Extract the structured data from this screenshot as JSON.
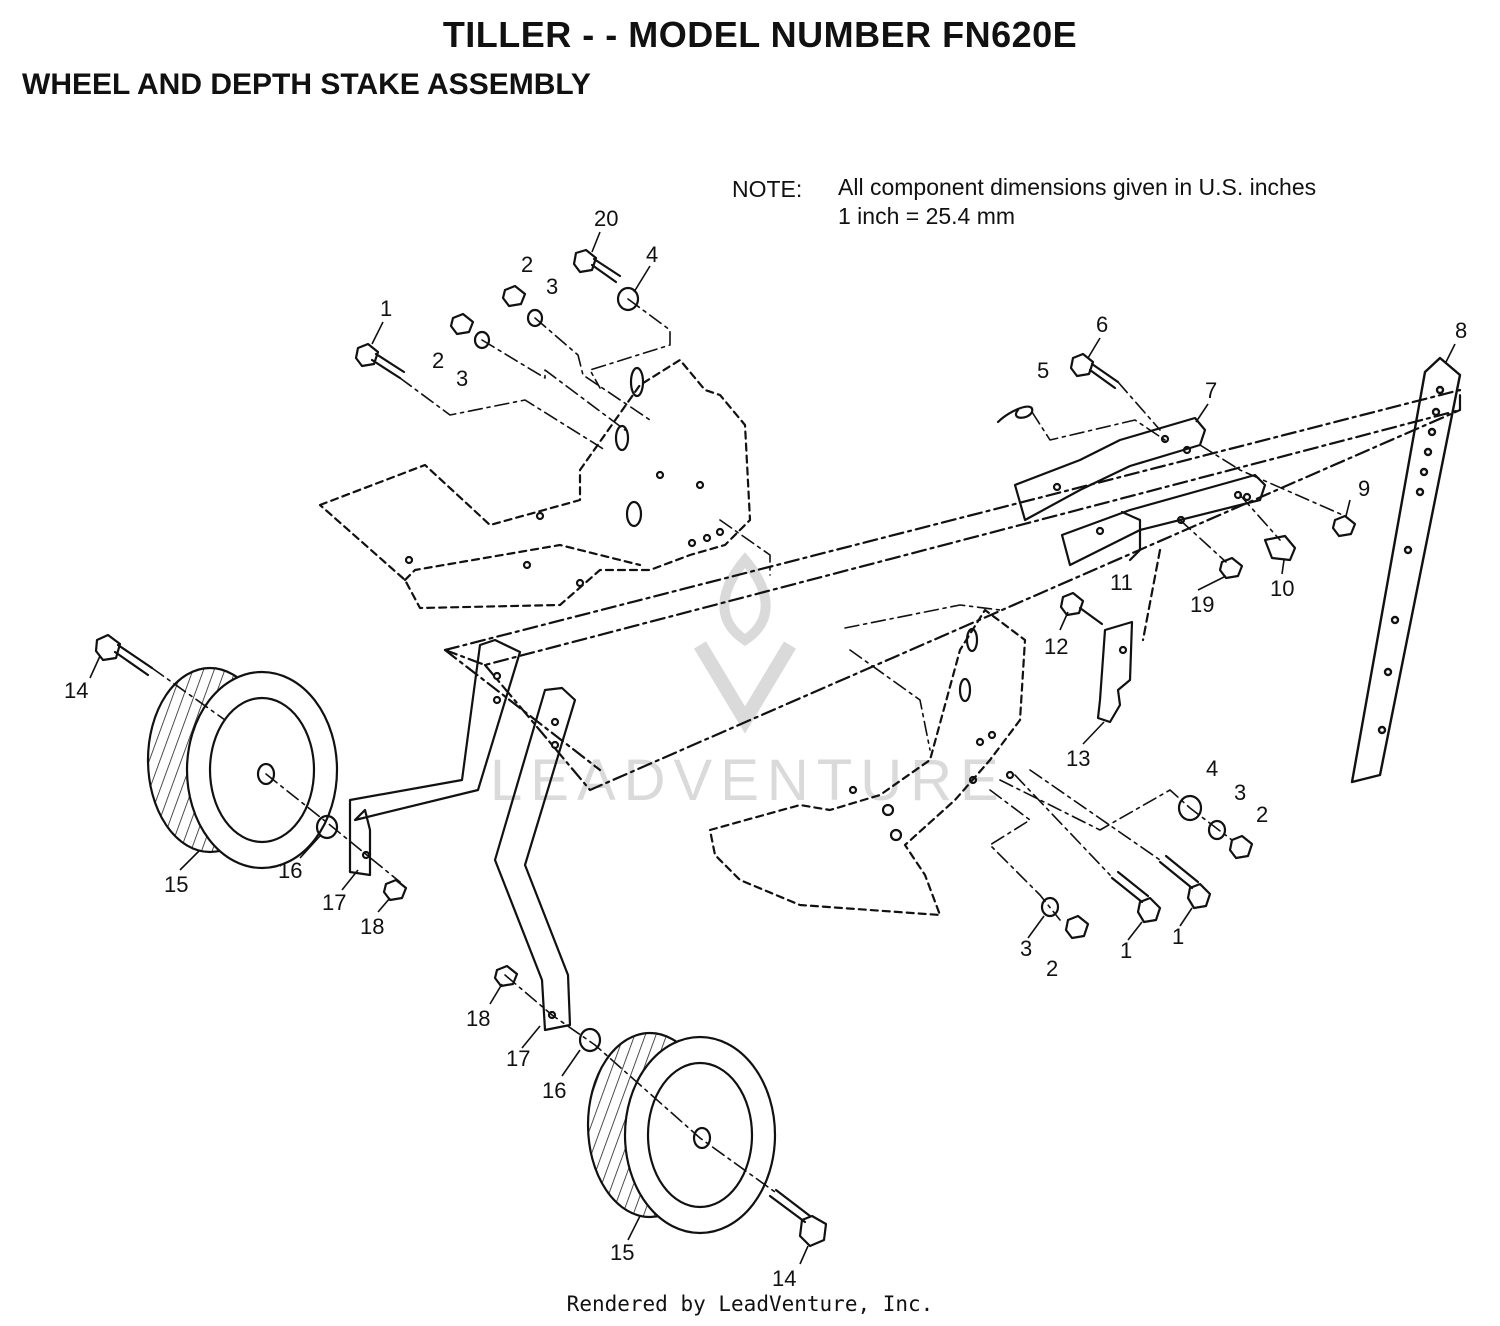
{
  "title": "TILLER - - MODEL NUMBER FN620E",
  "subtitle": "WHEEL AND DEPTH STAKE ASSEMBLY",
  "note": {
    "label": "NOTE:",
    "line1": "All component dimensions given in U.S. inches",
    "line2": "1 inch = 25.4 mm"
  },
  "watermark": "LEADVENTURE",
  "footer": "Rendered by LeadVenture, Inc.",
  "colors": {
    "ink": "#111111",
    "watermark": "#d6d6d6",
    "background": "#ffffff"
  },
  "callouts": [
    {
      "id": "c20",
      "text": "20"
    },
    {
      "id": "c4a",
      "text": "4"
    },
    {
      "id": "c2a",
      "text": "2"
    },
    {
      "id": "c3a",
      "text": "3"
    },
    {
      "id": "c1a",
      "text": "1"
    },
    {
      "id": "c2b",
      "text": "2"
    },
    {
      "id": "c3b",
      "text": "3"
    },
    {
      "id": "c6",
      "text": "6"
    },
    {
      "id": "c5",
      "text": "5"
    },
    {
      "id": "c7",
      "text": "7"
    },
    {
      "id": "c8",
      "text": "8"
    },
    {
      "id": "c9",
      "text": "9"
    },
    {
      "id": "c10",
      "text": "10"
    },
    {
      "id": "c19",
      "text": "19"
    },
    {
      "id": "c11",
      "text": "11"
    },
    {
      "id": "c12",
      "text": "12"
    },
    {
      "id": "c13",
      "text": "13"
    },
    {
      "id": "c14a",
      "text": "14"
    },
    {
      "id": "c15a",
      "text": "15"
    },
    {
      "id": "c16a",
      "text": "16"
    },
    {
      "id": "c17a",
      "text": "17"
    },
    {
      "id": "c18a",
      "text": "18"
    },
    {
      "id": "c4b",
      "text": "4"
    },
    {
      "id": "c3c",
      "text": "3"
    },
    {
      "id": "c2c",
      "text": "2"
    },
    {
      "id": "c3d",
      "text": "3"
    },
    {
      "id": "c2d",
      "text": "2"
    },
    {
      "id": "c1b",
      "text": "1"
    },
    {
      "id": "c1c",
      "text": "1"
    },
    {
      "id": "c18b",
      "text": "18"
    },
    {
      "id": "c17b",
      "text": "17"
    },
    {
      "id": "c16b",
      "text": "16"
    },
    {
      "id": "c15b",
      "text": "15"
    },
    {
      "id": "c14b",
      "text": "14"
    }
  ]
}
